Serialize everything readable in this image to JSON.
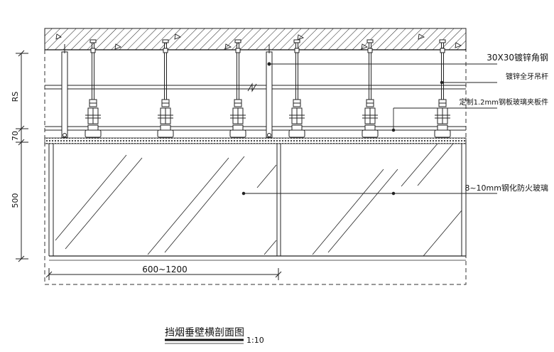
{
  "labels": {
    "angle_steel": "30X30镀锌角钢",
    "hanger_rod": "镀锌全牙吊杆",
    "clip": "定制1.2mm钢板玻璃夹板件",
    "glass": "8~10mm钢化防火玻璃"
  },
  "dimensions": {
    "rs": "RS",
    "d70": "70",
    "d500": "500",
    "width": "600~1200"
  },
  "title": {
    "main": "挡烟垂壁横剖面图",
    "scale": "1:10"
  },
  "icons": {
    "break": "break-mark-icon",
    "triangle": "concrete-aggregate-icon"
  }
}
